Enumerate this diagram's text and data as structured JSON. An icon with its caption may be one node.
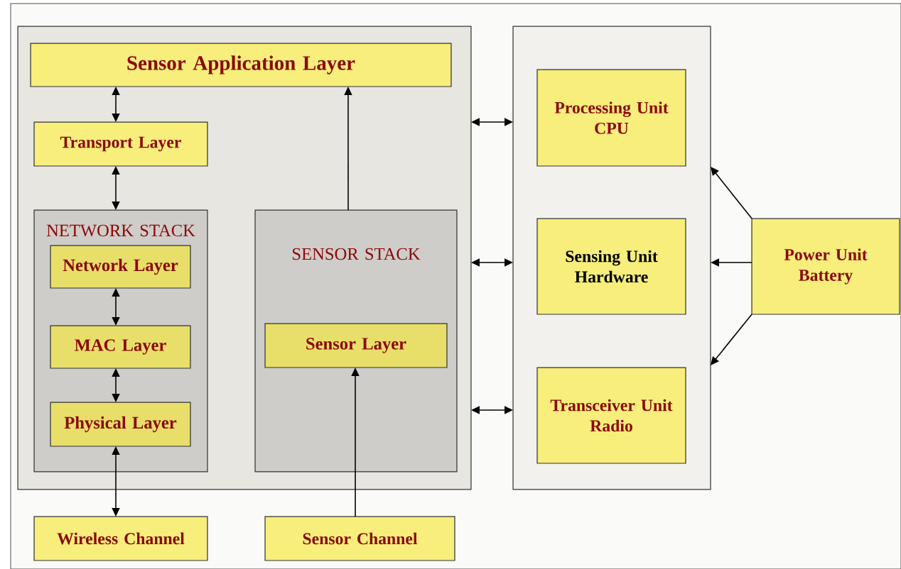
{
  "diagram": {
    "nodes": [
      {
        "text": [],
        "shape": "box"
      },
      {
        "text": [
          "Sensor Application Layer"
        ],
        "in": 0
      },
      {
        "text": [
          "Transport Layer"
        ],
        "in": 0
      },
      {
        "text": [
          "NETWORK STACK"
        ],
        "in": 0
      },
      {
        "text": [
          "Network Layer"
        ],
        "in": 3
      },
      {
        "text": [
          "MAC Layer"
        ],
        "in": 3
      },
      {
        "text": [
          "Physical Layer"
        ],
        "in": 3
      },
      {
        "text": [
          "SENSOR STACK"
        ],
        "in": 0
      },
      {
        "text": [
          "Sensor Layer"
        ],
        "in": 7
      },
      {
        "text": [],
        "shape": "box"
      },
      {
        "text": [
          "Processing Unit",
          "CPU"
        ],
        "in": 9
      },
      {
        "text": [
          "Sensing Unit",
          "Hardware"
        ],
        "in": 9
      },
      {
        "text": [
          "Transceiver Unit",
          "Radio"
        ],
        "in": 9
      },
      {
        "text": [
          "Power Unit",
          "Battery"
        ]
      },
      {
        "text": [
          "Wireless Channel"
        ]
      },
      {
        "text": [
          "Sensor Channel"
        ]
      }
    ],
    "edges": [
      {
        "from": 1,
        "to": 2,
        "arrow": "both"
      },
      {
        "from": 2,
        "to": 3,
        "arrow": "both"
      },
      {
        "from": 4,
        "to": 5,
        "arrow": "both"
      },
      {
        "from": 5,
        "to": 6,
        "arrow": "both"
      },
      {
        "from": 6,
        "to": 14,
        "arrow": "both"
      },
      {
        "from": 7,
        "to": 1,
        "arrow": "to"
      },
      {
        "from": 15,
        "to": 8,
        "arrow": "to"
      },
      {
        "from": 0,
        "to": 9,
        "arrow": "both"
      },
      {
        "from": 0,
        "to": 9,
        "arrow": "both"
      },
      {
        "from": 0,
        "to": 9,
        "arrow": "both"
      },
      {
        "from": 13,
        "to": 9,
        "arrow": "to"
      },
      {
        "from": 13,
        "to": 9,
        "arrow": "to"
      },
      {
        "from": 13,
        "to": 9,
        "arrow": "to"
      }
    ]
  }
}
